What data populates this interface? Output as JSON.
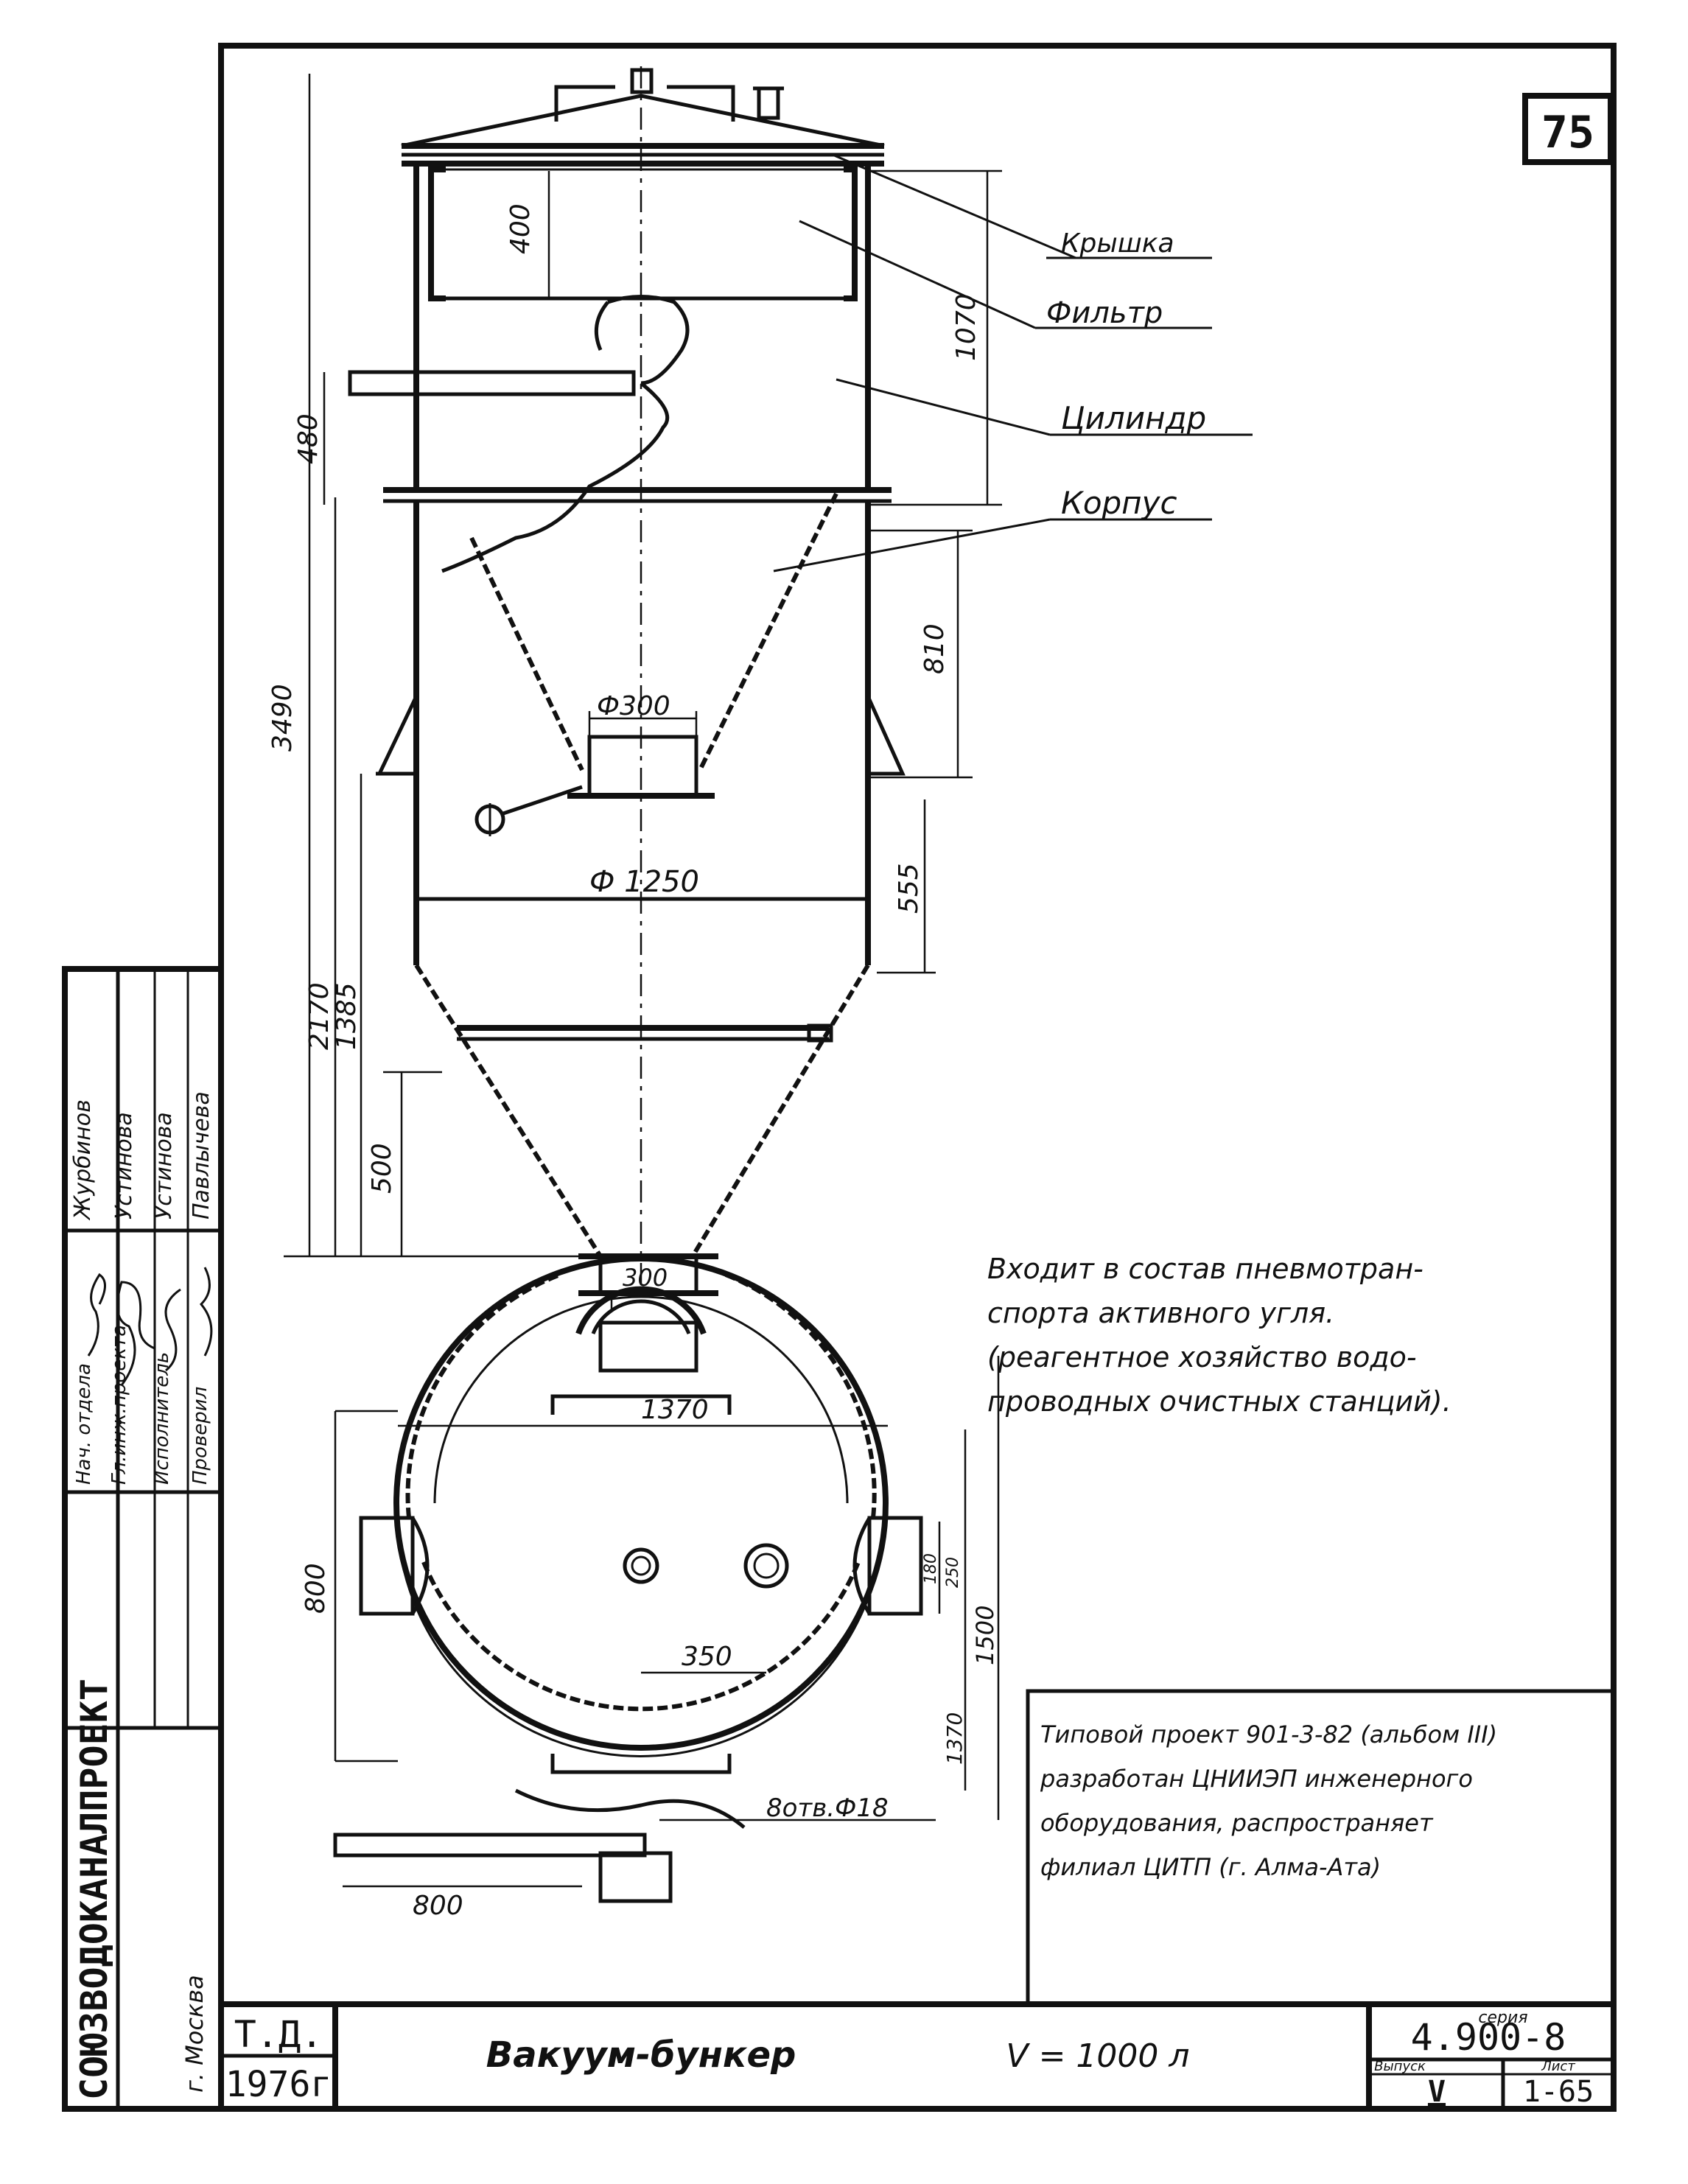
{
  "sheet_number": "75",
  "labels": {
    "lid": "Крышка",
    "filter": "Фильтр",
    "cylinder": "Цилиндр",
    "body": "Корпус"
  },
  "dimensions": {
    "d400": "400",
    "d1070": "1070",
    "d480": "480",
    "d810": "810",
    "d3490": "3490",
    "phi300": "Ф300",
    "d555": "555",
    "phi1250": "Ф 1250",
    "d2170": "2170",
    "d1385": "1385",
    "d500": "500",
    "d300": "300",
    "d1370_top": "1370",
    "d800_side": "800",
    "d350": "350",
    "d180": "180",
    "d250": "250",
    "d1370_side": "1370",
    "d1500": "1500",
    "holes": "8отв.Ф18",
    "d800_bottom": "800"
  },
  "notes": {
    "part_of_line1": "Входит в состав пневмотран-",
    "part_of_line2": "спорта активного угля.",
    "part_of_line3": "(реагентное хозяйство водо-",
    "part_of_line4": "проводных очистных станций).",
    "project_line1": "Типовой проект 901-3-82 (альбом III)",
    "project_line2": "разработан ЦНИИЭП инженерного",
    "project_line3": "оборудования, распространяет",
    "project_line4": "филиал ЦИТП (г. Алма-Ата)"
  },
  "title_block": {
    "org": "СОЮЗВОДОКАНАЛПРОЕКТ",
    "city": "г. Москва",
    "roles": [
      "Нач. отдела",
      "Гл.инж.проекта",
      "Исполнитель",
      "Проверил"
    ],
    "names": [
      "Журбинов",
      "Устинова",
      "Устинова",
      "Павлычева"
    ],
    "doc_type": "Т.Д.",
    "year": "1976г",
    "title": "Вакуум-бункер",
    "volume": "V = 1000 л",
    "series_label": "серия",
    "series": "4.900-8",
    "issue_label": "Выпуск",
    "issue": "V",
    "sheet_label": "Лист",
    "sheet": "1-65"
  }
}
